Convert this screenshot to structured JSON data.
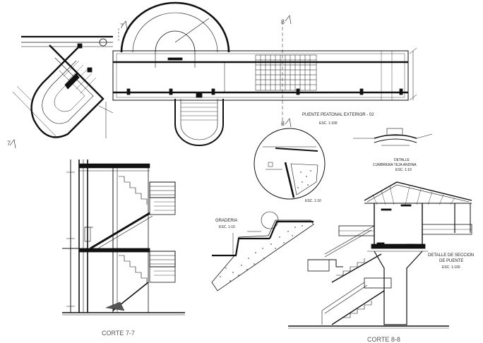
{
  "labels": {
    "plan_title": "PUENTE PEATONAL EXTERIOR - 02",
    "plan_scale": "ESC. 1:100",
    "detail_cumbrera_line1": "DETALLE",
    "detail_cumbrera_line2": "CUMBRERA TEJA ANDINA",
    "detail_cumbrera_scale": "ESC. 1:10",
    "detail_circle_scale": "ESC. 1:10",
    "graderia_title": "GRADERIA",
    "graderia_scale": "ESC. 1:10",
    "section_detail_line1": "DETALLE DE SECCION",
    "section_detail_line2": "DE PUENTE",
    "section_detail_scale": "ESC. 1:100",
    "corte_77": "CORTE 7-7",
    "corte_88": "CORTE 8-8",
    "axis_7_top": "7",
    "axis_7_bottom": "7",
    "axis_8_top": "8",
    "axis_8_bottom": "8"
  }
}
